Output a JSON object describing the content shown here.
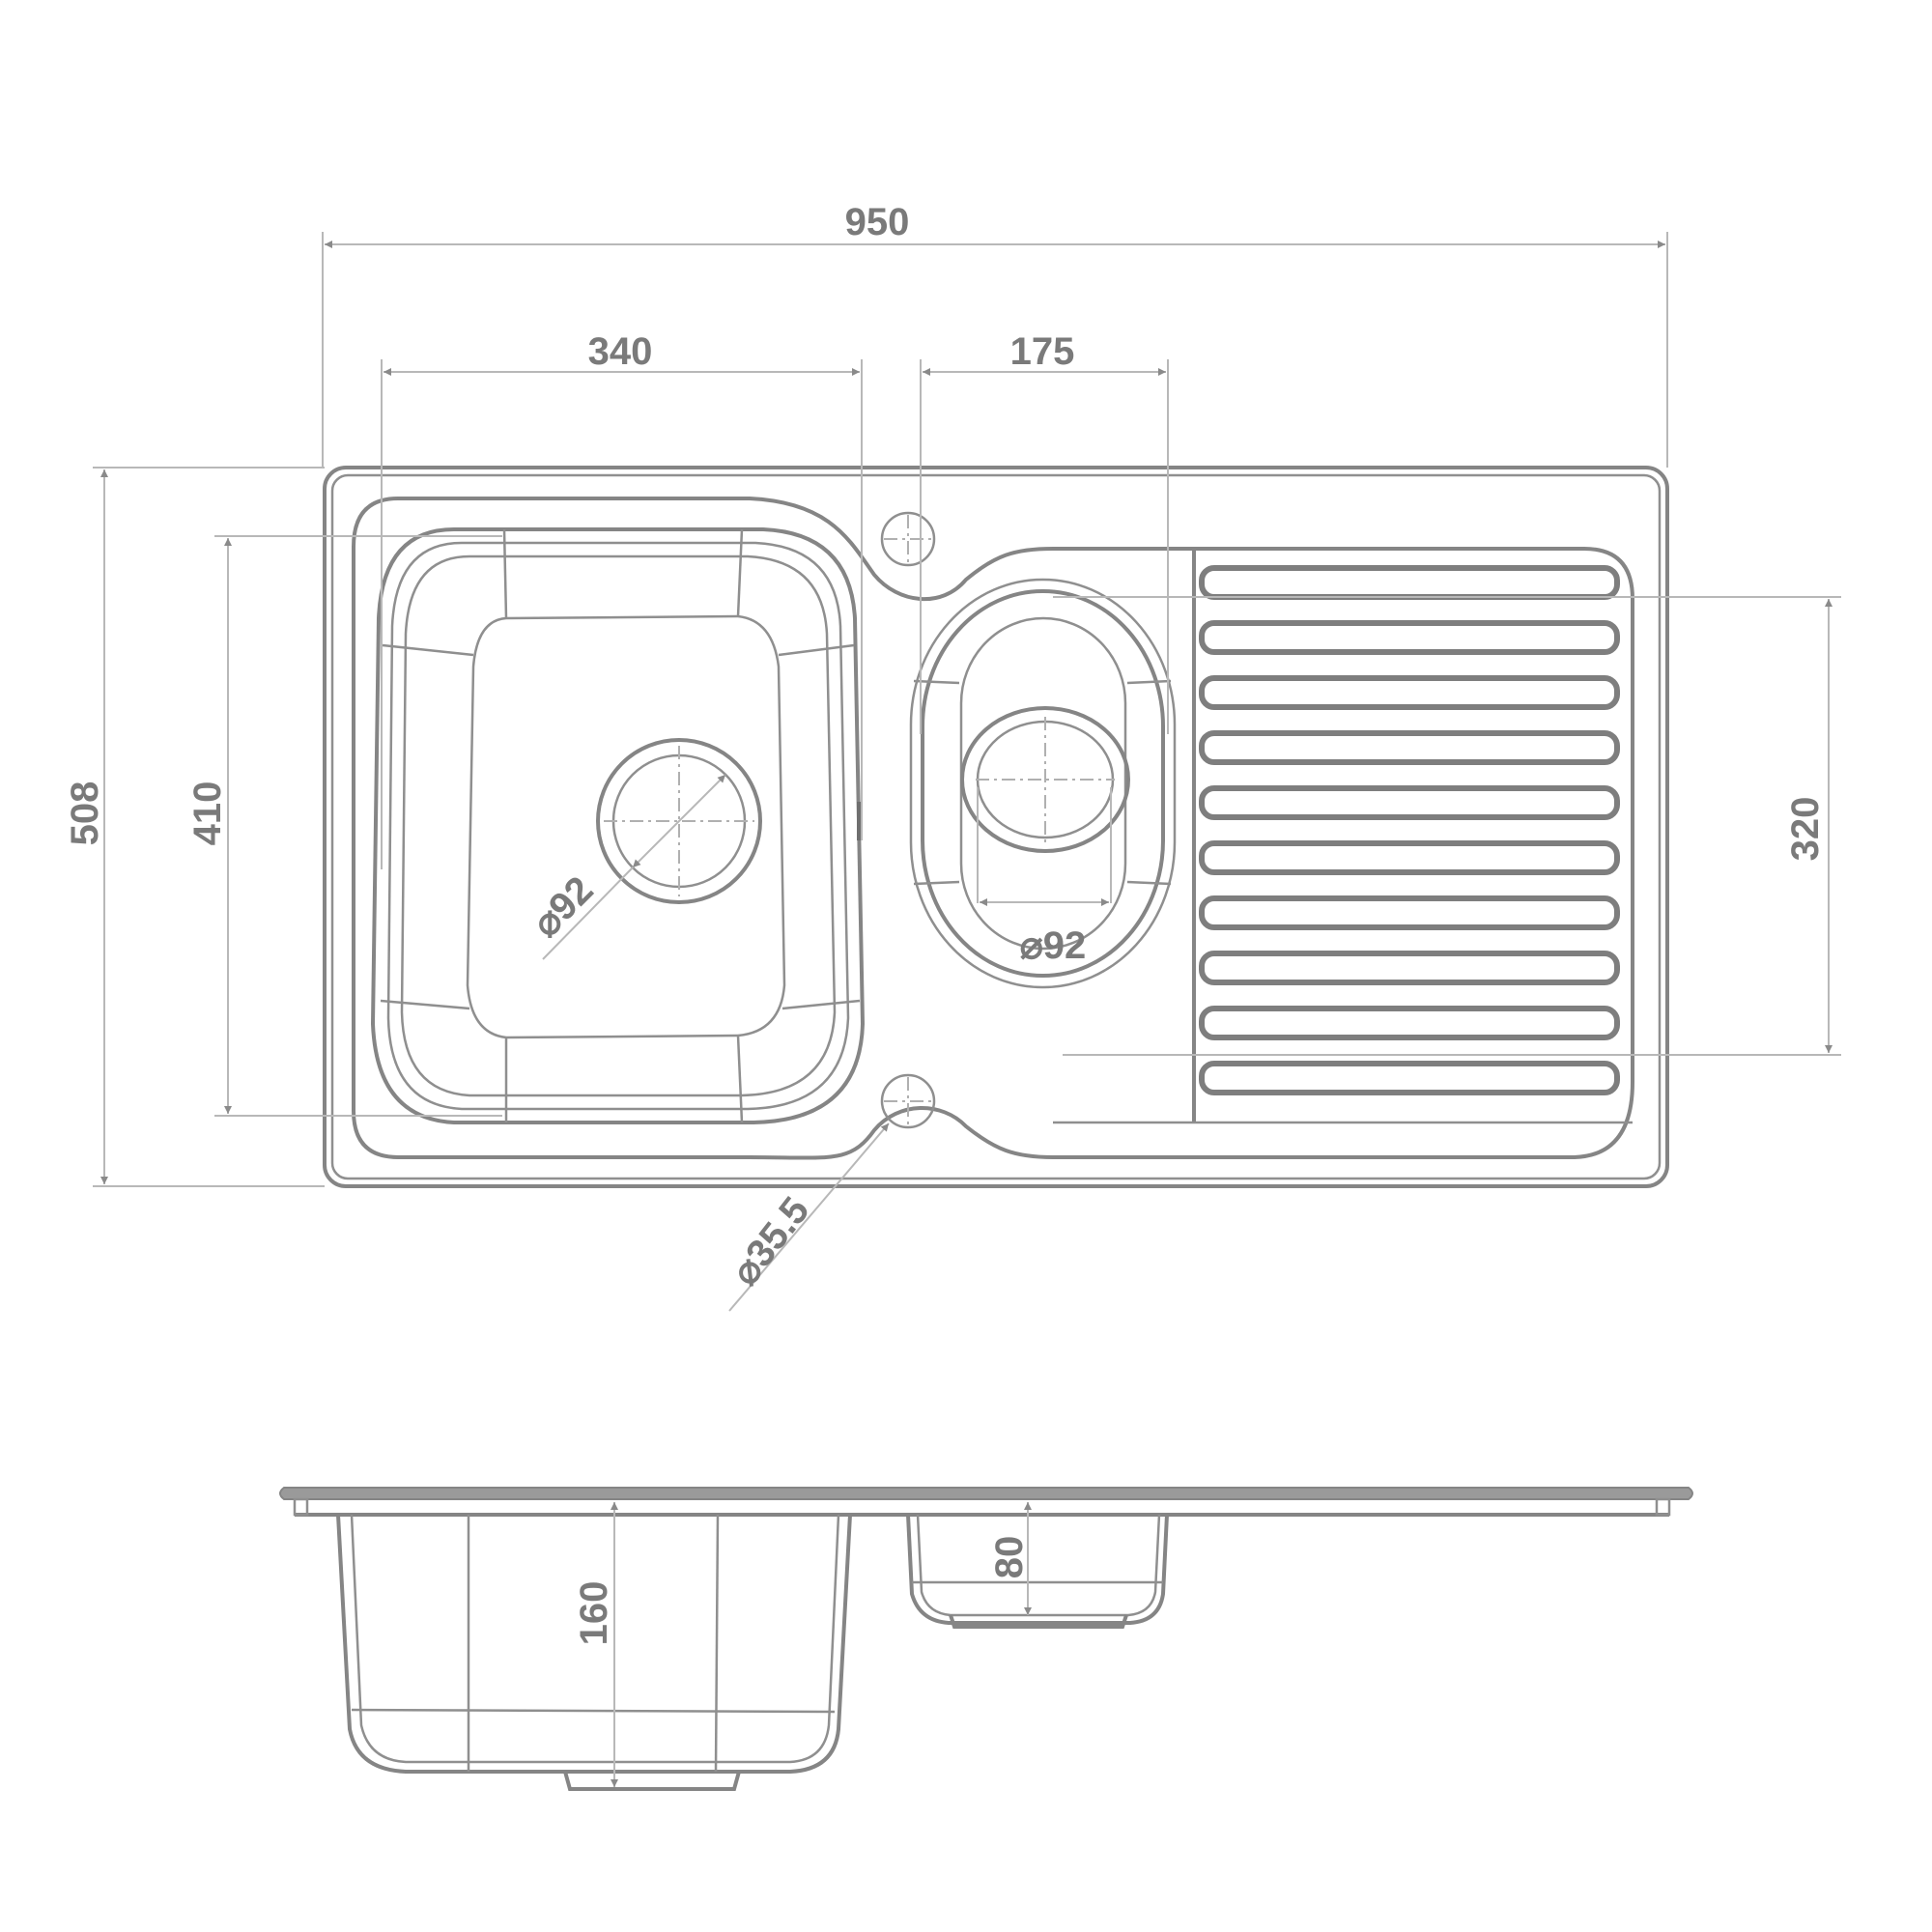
{
  "drawing": {
    "title": "Inset kitchen sink, 1.5 bowl with drainer — technical dimension drawing",
    "colors": {
      "line": "#858585",
      "dimension_line": "#b8b8b8",
      "text": "#7a7a7a",
      "background": "#ffffff"
    },
    "plan_view": {
      "dimensions": {
        "overall_width": "950",
        "main_bowl_width": "340",
        "half_bowl_width": "175",
        "overall_depth": "508",
        "main_bowl_length": "410",
        "half_bowl_length": "320",
        "main_waste_diameter": "⌀92",
        "half_waste_diameter": "⌀92",
        "tap_hole_diameter": "⌀35.5"
      },
      "drainer_rib_count": 10,
      "tap_holes": 2
    },
    "side_view": {
      "dimensions": {
        "main_bowl_depth": "160",
        "half_bowl_depth": "80"
      }
    }
  }
}
